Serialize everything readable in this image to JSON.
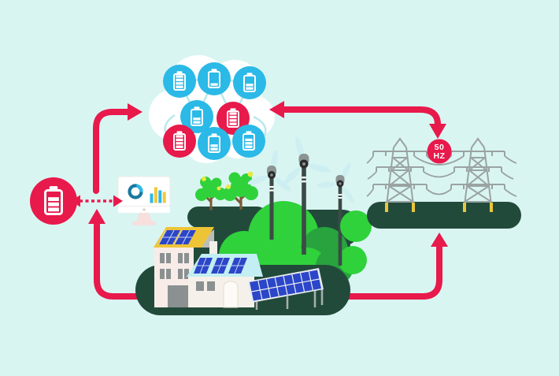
{
  "illustration": {
    "label": "Virtual battery cloud energy flow diagram",
    "grid_badge": {
      "line1": "50",
      "line2": "HZ"
    }
  },
  "colors": {
    "background": "#d9f5f2",
    "red": "#e8194b",
    "blue": "#2bb9e7",
    "cloud_white": "#ffffff",
    "connector": "#b9e9ec",
    "dark_green": "#224a3b",
    "bright_green": "#2fd23b",
    "mid_green": "#28a33e",
    "blade_cyan": "#cdeff2",
    "panel_blue": "#2b46c8",
    "roof_yellow": "#eec437",
    "roof_cyan": "#c3eef3",
    "tower_gray": "#9aa3a2",
    "chart_yellow": "#f0c93c",
    "logo_teal": "#177a9e"
  },
  "cloud_batteries": [
    {
      "color": "blue",
      "level": 4
    },
    {
      "color": "blue",
      "level": 1
    },
    {
      "color": "blue",
      "level": 2
    },
    {
      "color": "blue",
      "level": 2
    },
    {
      "color": "red",
      "level": 4
    },
    {
      "color": "red",
      "level": 4
    },
    {
      "color": "blue",
      "level": 2
    },
    {
      "color": "blue",
      "level": 3
    }
  ],
  "home_battery": {
    "color": "red",
    "level": 3
  },
  "monitor_chart": {
    "bars": [
      {
        "color": "#2bb9e7",
        "h": 12
      },
      {
        "color": "#f0c93c",
        "h": 20
      },
      {
        "color": "#2bb9e7",
        "h": 16
      },
      {
        "color": "#f0c93c",
        "h": 14
      }
    ]
  }
}
